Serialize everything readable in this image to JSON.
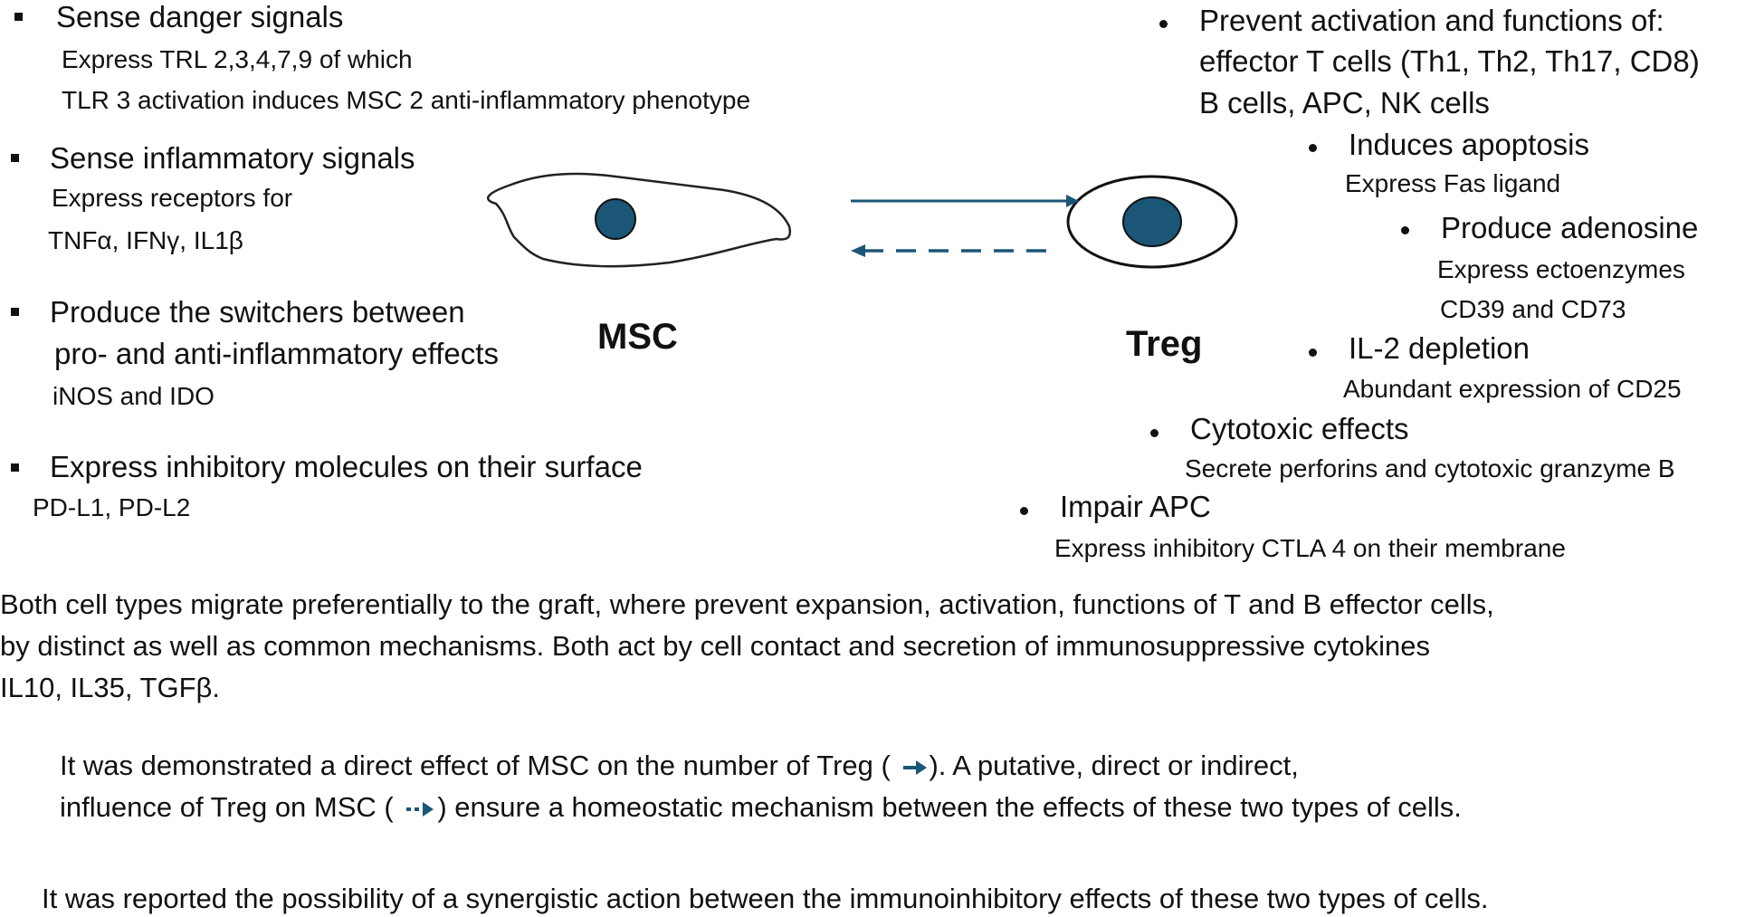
{
  "msc": {
    "label": "MSC",
    "points": [
      {
        "title": "Sense danger signals",
        "details": [
          "Express TRL 2,3,4,7,9 of which",
          "TLR 3 activation induces MSC 2 anti-inflammatory phenotype"
        ]
      },
      {
        "title": "Sense inflammatory signals",
        "details": [
          "Express receptors for",
          "TNFα, IFNγ, IL1β"
        ]
      },
      {
        "title": "Produce the switchers  between",
        "title2": "pro- and anti-inflammatory effects",
        "details": [
          "iNOS and IDO"
        ]
      },
      {
        "title": "Express inhibitory molecules on their surface",
        "details": [
          "PD-L1, PD-L2"
        ]
      }
    ]
  },
  "treg": {
    "label": "Treg",
    "points": [
      {
        "title": "Prevent activation and functions of:",
        "lines": [
          "effector T cells (Th1, Th2, Th17, CD8)",
          "B cells, APC, NK cells"
        ]
      },
      {
        "title": "Induces apoptosis",
        "details": [
          "Express Fas ligand"
        ]
      },
      {
        "title": "Produce adenosine",
        "details": [
          "Express ectoenzymes",
          "CD39 and CD73"
        ]
      },
      {
        "title": "IL-2 depletion",
        "details": [
          "Abundant expression of CD25"
        ]
      },
      {
        "title": "Cytotoxic effects",
        "details": [
          "Secrete perforins and  cytotoxic granzyme B"
        ]
      },
      {
        "title": "Impair APC",
        "details": [
          "Express inhibitory CTLA 4 on their membrane"
        ]
      }
    ]
  },
  "paragraphs": {
    "p1": [
      "Both cell types migrate preferentially to the graft, where prevent expansion, activation, functions of T and B effector cells,",
      "by distinct as well as common mechanisms. Both act by cell contact and secretion of immunosuppressive cytokines",
      "IL10, IL35, TGFβ."
    ],
    "p2_line1_a": "It was demonstrated a direct effect of MSC on the number of Treg (",
    "p2_line1_b": "). A putative, direct or indirect,",
    "p2_line2_a": "influence of Treg on MSC (",
    "p2_line2_b": ") ensure a homeostatic mechanism between the effects of these two  types of cells.",
    "p3": "It was reported the possibility of a synergistic action between the immunoinhibitory effects of these two types of cells."
  },
  "colors": {
    "nucleus": "#1b5677",
    "arrow": "#1b5677",
    "text": "#111111"
  },
  "icons": [
    "square-bullet-icon",
    "round-bullet-icon",
    "solid-arrow-icon",
    "dashed-arrow-icon"
  ]
}
